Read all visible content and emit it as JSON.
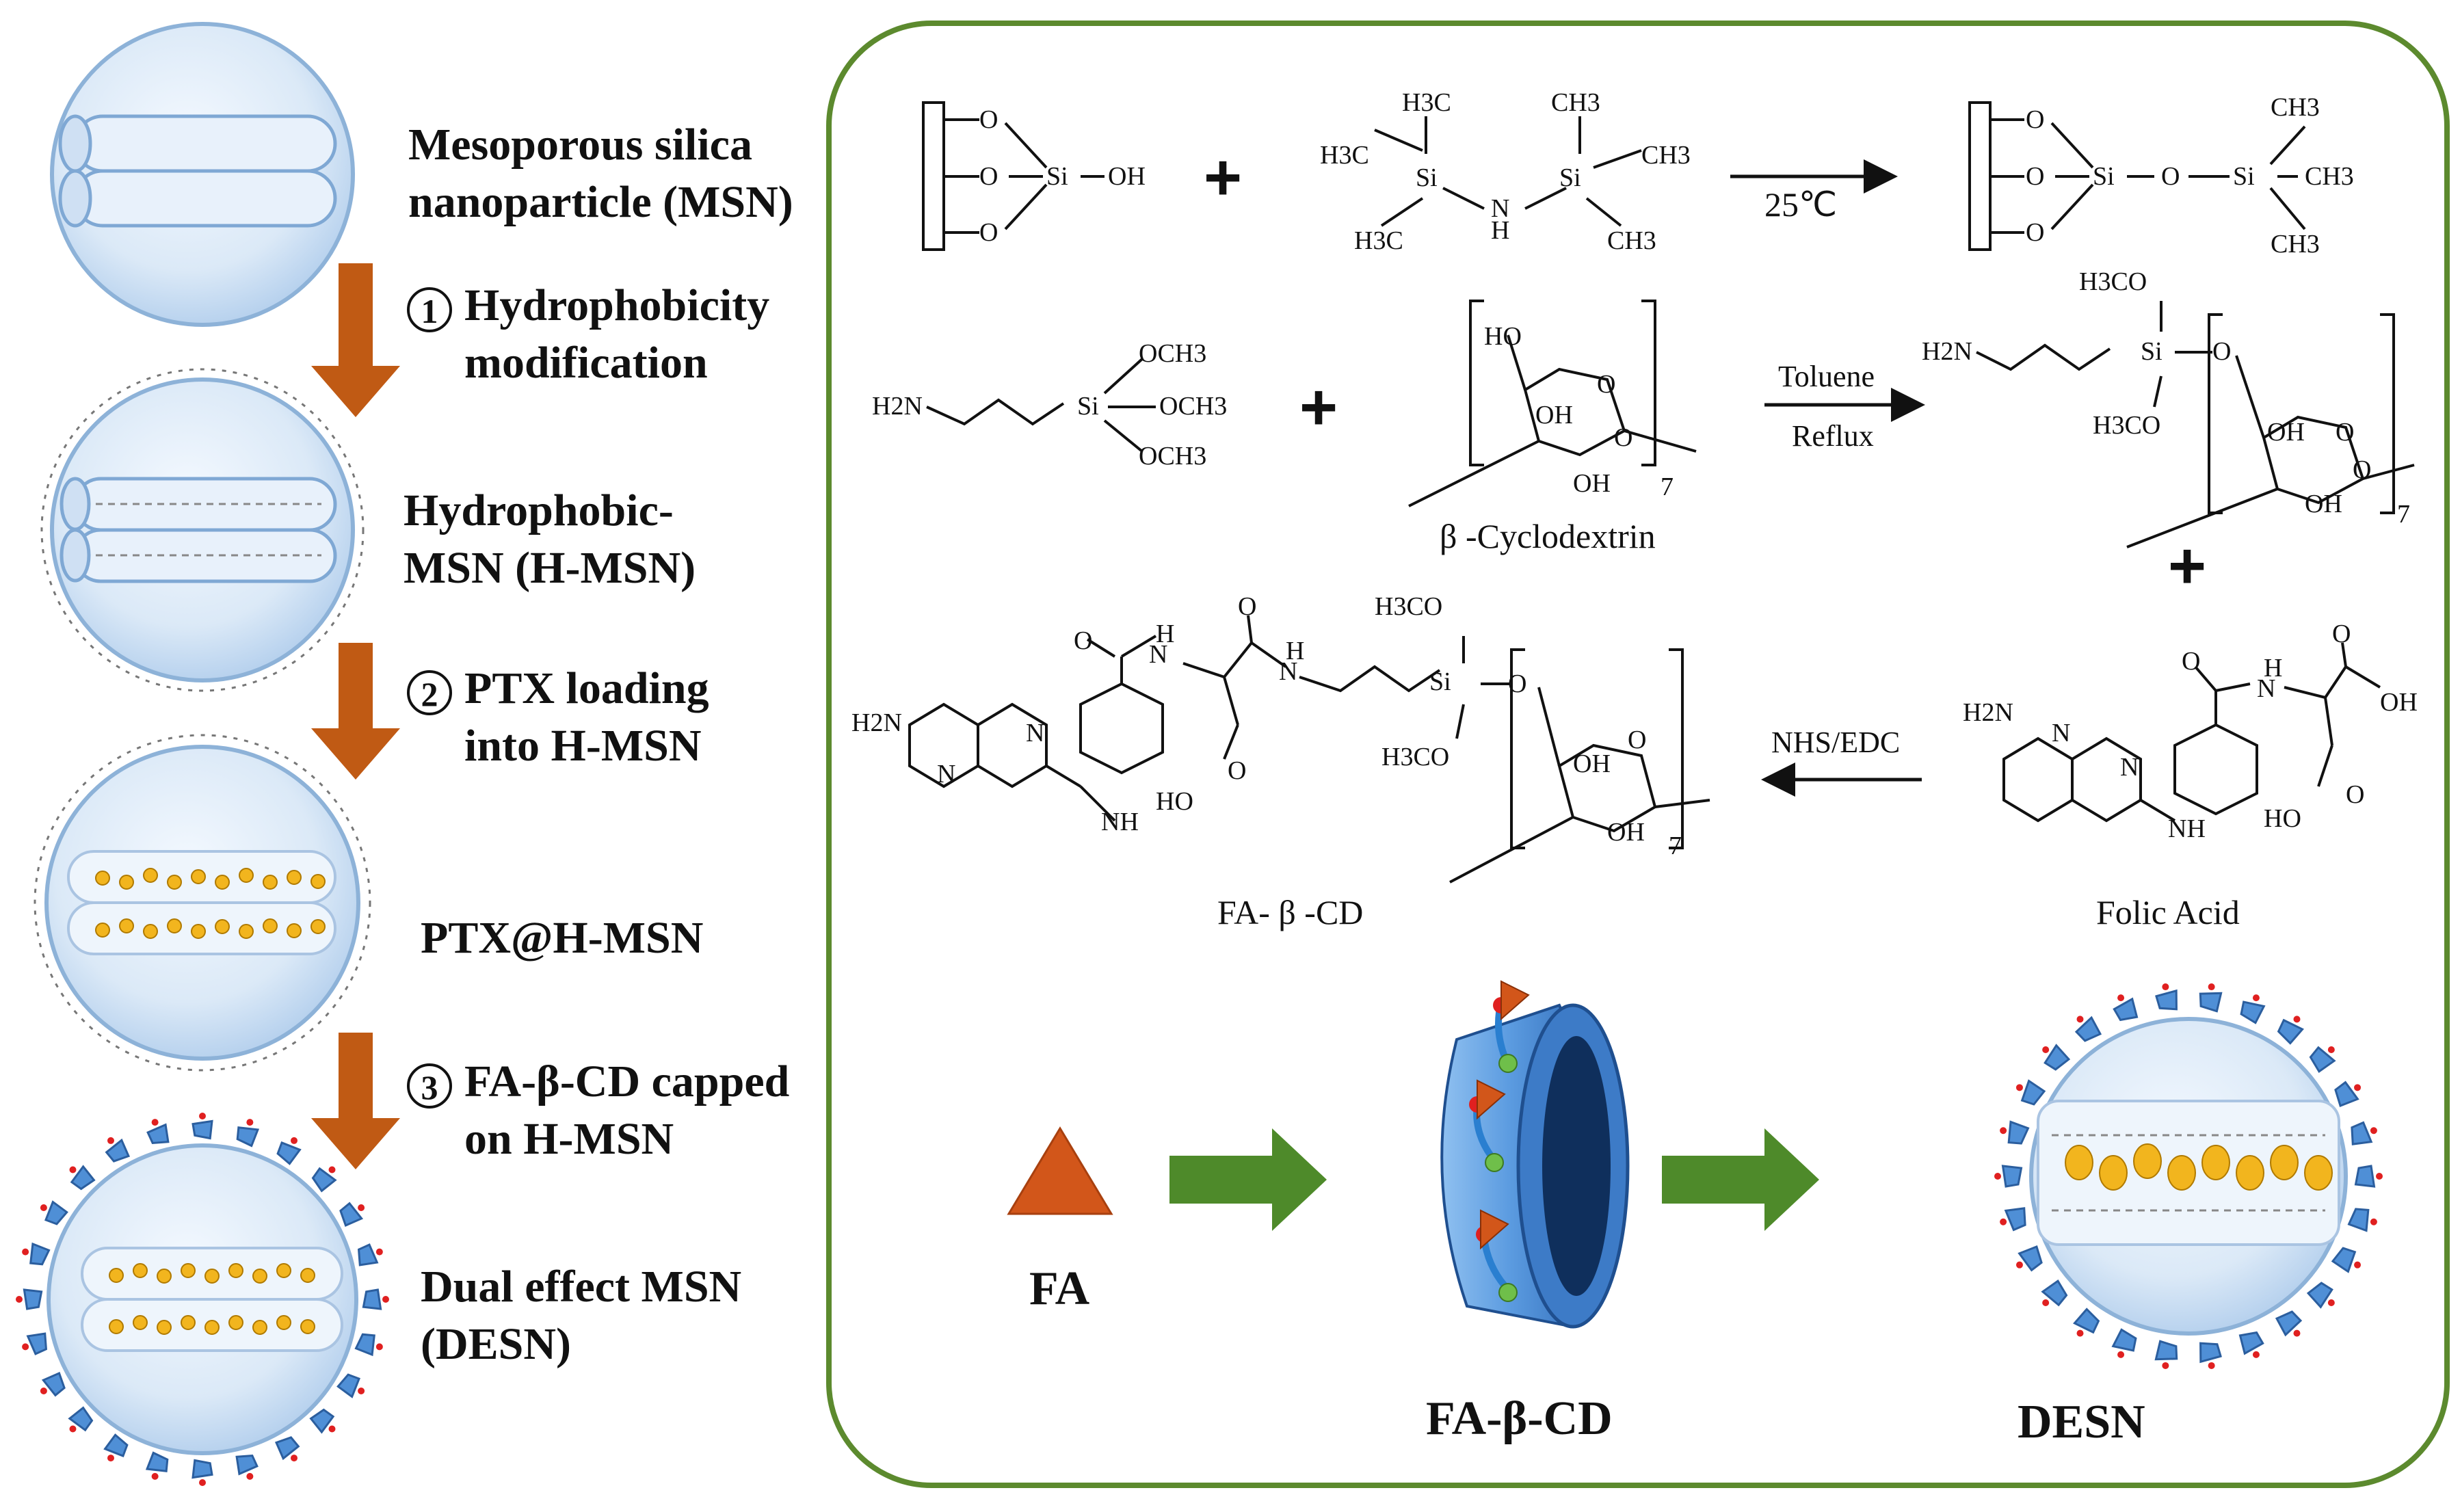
{
  "colors": {
    "panel_border": "#5c8a2e",
    "step_arrow": "#c05a14",
    "flow_arrow": "#4e8a2a",
    "sphere_fill": "#dbe9f7",
    "sphere_edge": "#8db2d8",
    "drug": "#f2b51e",
    "cd_blue": "#4f8fd6",
    "fa_triangle": "#d2561a"
  },
  "left_column": {
    "msn_label_line1": "Mesoporous silica",
    "msn_label_line2": "nanoparticle (MSN)",
    "step1_number": "1",
    "step1_line1": "Hydrophobicity",
    "step1_line2": "modification",
    "hmsn_label_line1": "Hydrophobic-",
    "hmsn_label_line2": "MSN (H-MSN)",
    "step2_number": "2",
    "step2_line1": "PTX loading",
    "step2_line2": "into H-MSN",
    "ptx_label": "PTX@H-MSN",
    "step3_number": "3",
    "step3_line1": "FA-β-CD capped",
    "step3_line2": "on H-MSN",
    "desn_label_line1": "Dual effect MSN",
    "desn_label_line2": "(DESN)"
  },
  "reaction1": {
    "condition": "25℃",
    "si": "Si",
    "oh": "OH",
    "o": "O",
    "h3c": "H3C",
    "ch3": "CH3",
    "n": "N",
    "h": "H"
  },
  "reaction2": {
    "h2n": "H2N",
    "och3": "OCH3",
    "h3co": "H3CO",
    "ho": "HO",
    "oh": "OH",
    "o": "O",
    "si": "Si",
    "repeat": "7",
    "cyclodextrin_label": "β -Cyclodextrin",
    "condition_top": "Toluene",
    "condition_bottom": "Reflux"
  },
  "reaction3": {
    "condition": "NHS/EDC",
    "fa_cd_label": "FA- β -CD",
    "folic_acid_label": "Folic Acid",
    "h2n": "H2N",
    "n": "N",
    "nh": "NH",
    "h": "H",
    "o": "O",
    "oh": "OH",
    "ho": "HO",
    "h3co": "H3CO",
    "si": "Si",
    "repeat": "7"
  },
  "assembly": {
    "fa_label": "FA",
    "fa_cd_label": "FA-β-CD",
    "desn_label": "DESN"
  }
}
